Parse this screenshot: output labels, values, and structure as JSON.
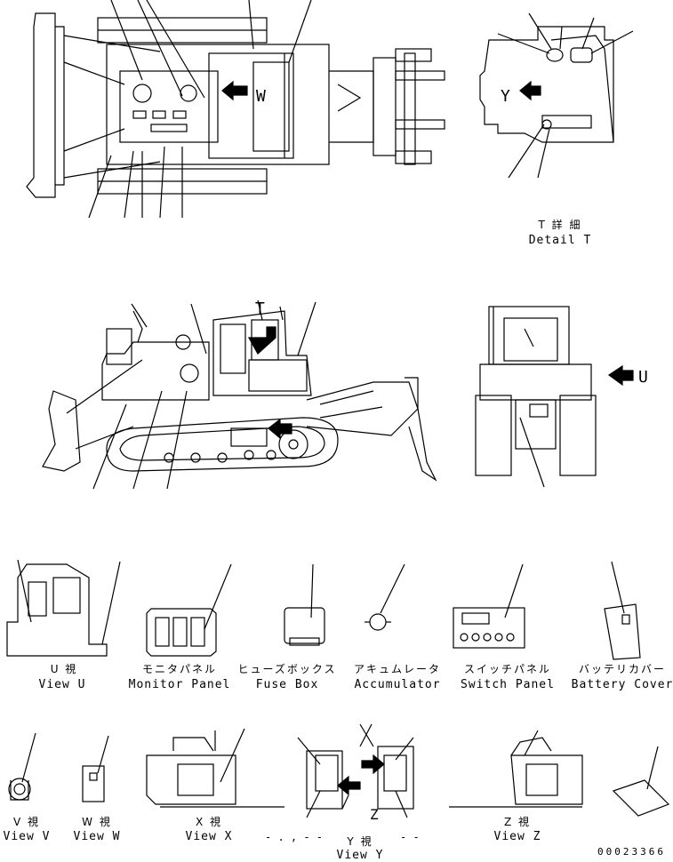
{
  "callout_letters": {
    "w": "W",
    "y": "Y",
    "t": "T",
    "u": "U",
    "z": "Z"
  },
  "detail_t": {
    "jp": "T 詳 細",
    "en": "Detail T"
  },
  "view_u": {
    "jp": "U  視",
    "en": "View U"
  },
  "monitor_panel": {
    "jp": "モニタパネル",
    "en": "Monitor Panel"
  },
  "fuse_box": {
    "jp": "ヒューズボックス",
    "en": "Fuse Box"
  },
  "accumulator": {
    "jp": "アキュムレータ",
    "en": "Accumulator"
  },
  "switch_panel": {
    "jp": "スイッチパネル",
    "en": "Switch Panel"
  },
  "battery_cover": {
    "jp": "バッテリカバー",
    "en": "Battery Cover"
  },
  "view_v": {
    "jp": "V  視",
    "en": "View V"
  },
  "view_w": {
    "jp": "W  視",
    "en": "View W"
  },
  "view_x": {
    "jp": "X  視",
    "en": "View X"
  },
  "view_y": {
    "jp": "Y  視",
    "en": "View Y"
  },
  "view_z": {
    "jp": "Z  視",
    "en": "View Z"
  },
  "drawing_number": "00023366"
}
